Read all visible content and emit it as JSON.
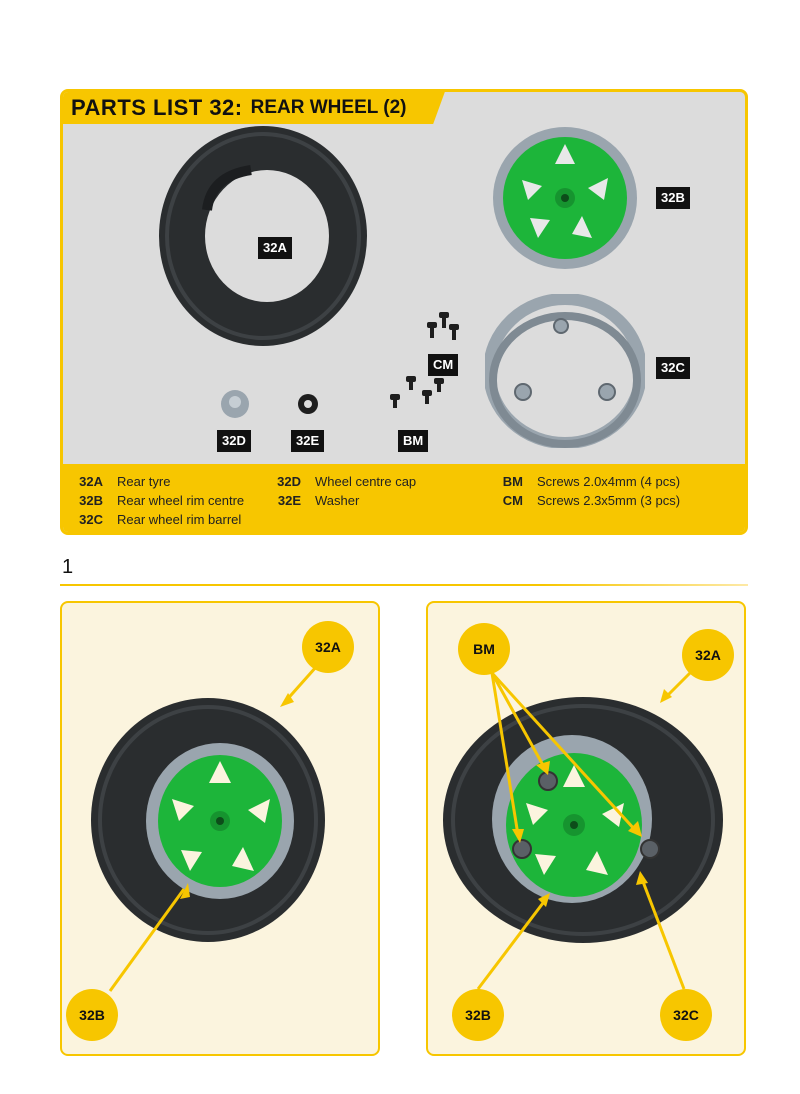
{
  "parts_list": {
    "title_main": "PARTS LIST 32:",
    "title_sub": "REAR WHEEL (2)",
    "image_tags": {
      "a": "32A",
      "b": "32B",
      "c": "32C",
      "d": "32D",
      "e": "32E",
      "bm": "BM",
      "cm": "CM"
    },
    "legend": [
      {
        "code": "32A",
        "name": "Rear tyre"
      },
      {
        "code": "32B",
        "name": "Rear wheel rim centre"
      },
      {
        "code": "32C",
        "name": "Rear wheel rim barrel"
      },
      {
        "code": "32D",
        "name": "Wheel centre cap"
      },
      {
        "code": "32E",
        "name": "Washer"
      },
      {
        "code": "BM",
        "name": "Screws 2.0x4mm (4 pcs)"
      },
      {
        "code": "CM",
        "name": "Screws 2.3x5mm (3 pcs)"
      }
    ]
  },
  "step": {
    "number": "1",
    "left_panel": {
      "tyre_label": "32A",
      "rim_label": "32B"
    },
    "right_panel": {
      "screws_label": "BM",
      "tyre_label": "32A",
      "rim_label": "32B",
      "barrel_label": "32C"
    }
  },
  "colors": {
    "accent": "#f7c600",
    "rim_green": "#1db53a",
    "panel_grey": "#dcdcdc",
    "step_bg": "#fbf4de"
  }
}
